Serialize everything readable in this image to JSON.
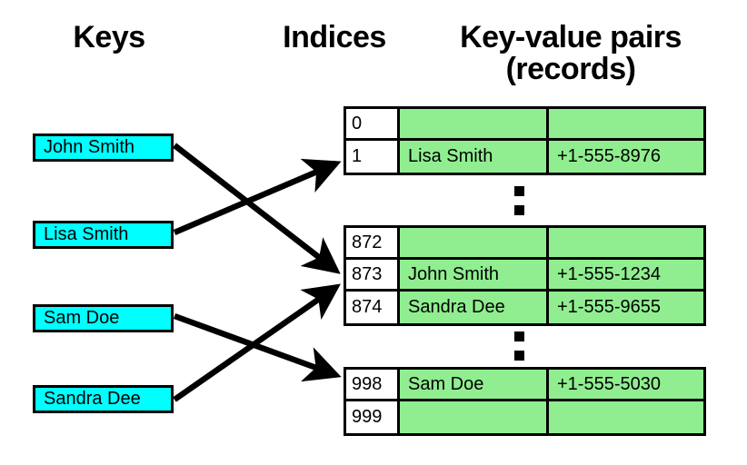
{
  "headings": {
    "keys": "Keys",
    "indices": "Indices",
    "records_line1": "Key-value pairs",
    "records_line2": "(records)"
  },
  "keys": [
    {
      "label": "John Smith"
    },
    {
      "label": "Lisa Smith"
    },
    {
      "label": "Sam Doe"
    },
    {
      "label": "Sandra Dee"
    }
  ],
  "table_blocks": [
    {
      "rows": [
        {
          "index": "0",
          "name": "",
          "value": ""
        },
        {
          "index": "1",
          "name": "Lisa Smith",
          "value": "+1-555-8976"
        }
      ]
    },
    {
      "rows": [
        {
          "index": "872",
          "name": "",
          "value": ""
        },
        {
          "index": "873",
          "name": "John Smith",
          "value": "+1-555-1234"
        },
        {
          "index": "874",
          "name": "Sandra Dee",
          "value": "+1-555-9655"
        }
      ]
    },
    {
      "rows": [
        {
          "index": "998",
          "name": "Sam Doe",
          "value": "+1-555-5030"
        },
        {
          "index": "999",
          "name": "",
          "value": ""
        }
      ]
    }
  ],
  "separators": [
    {
      "name": "ellipsis-between-block-1-and-2"
    },
    {
      "name": "ellipsis-between-block-2-and-3"
    }
  ],
  "arrows": [
    {
      "from": "John Smith",
      "to": "873"
    },
    {
      "from": "Lisa Smith",
      "to": "1"
    },
    {
      "from": "Sam Doe",
      "to": "998"
    },
    {
      "from": "Sandra Dee",
      "to": "874"
    }
  ],
  "colors": {
    "key_box_fill": "#00FFFF",
    "record_fill": "#90EE90",
    "index_fill": "#FFFFFF",
    "stroke": "#000000",
    "background": "#FFFFFF"
  }
}
